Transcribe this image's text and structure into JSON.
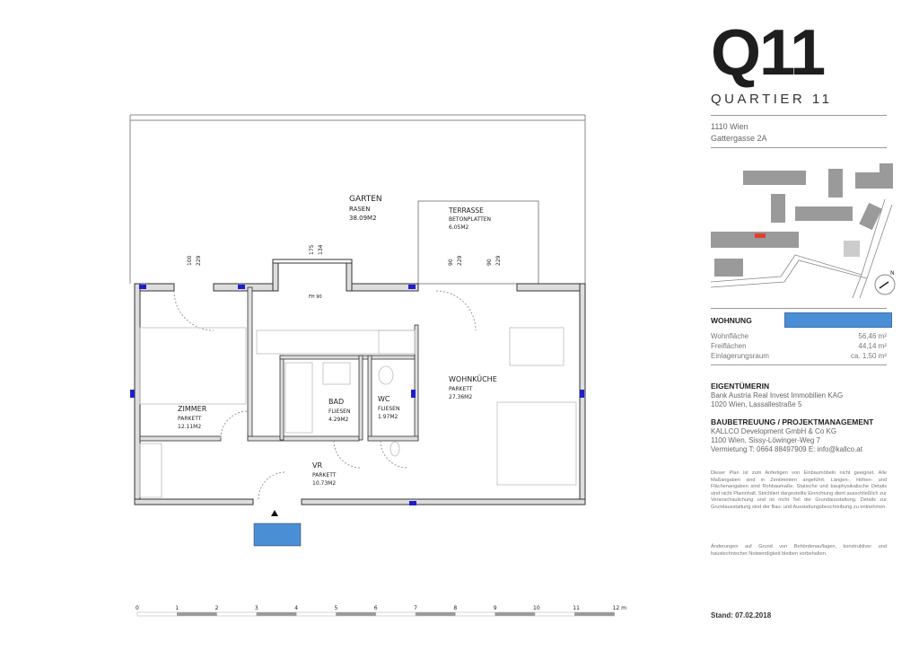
{
  "brand": {
    "logo": "Q11",
    "subtitle": "QUARTIER 11"
  },
  "address": {
    "line1": "1110 Wien",
    "line2": "Gattergasse 2A"
  },
  "map": {
    "highlight_color": "#e53e2a",
    "building_color": "#9a9a9a",
    "icon": "north-arrow-icon",
    "north_label": "N"
  },
  "apartment": {
    "heading": "WOHNUNG",
    "color": "#4a8fd6",
    "rows": [
      {
        "label": "Wohnfläche",
        "value": "56,46 m²"
      },
      {
        "label": "Freiflächen",
        "value": "44,14 m²"
      },
      {
        "label": "Einlagerungsraum",
        "value": "ca. 1,50 m²"
      }
    ]
  },
  "owner": {
    "heading": "EIGENTÜMERIN",
    "line1": "Bank Austria Real Invest Immobilien KAG",
    "line2": "1020 Wien, Lassallestraße 5"
  },
  "management": {
    "heading": "BAUBETREUUNG / PROJEKTMANAGEMENT",
    "line1": "KALLCO Development GmbH & Co KG",
    "line2": "1100 Wien, Sissy-Löwinger-Weg 7",
    "line3": "Vermietung  T: 0664 88497909  E: info@kallco.at"
  },
  "disclaimer": {
    "p1": "Dieser Plan ist zum Anfertigen von Einbaumöbeln nicht geeignet. Alle Maßangaben sind in Zentimetern angeführt. Längen-, Höhen- und Flächenangaben sind Rohbaumaße. Statische und bauphysikalische Details sind nicht Planinhalt. Strichliert dargestellte Einrichtung dient ausschließlich zur Veranschaulichung und ist nicht Teil der Grundausstattung. Details zur Grundausstattung sind der Bau- und Ausstattungsbeschreibung zu entnehmen.",
    "p2": "Änderungen auf Grund von Behördenauflagen, konstruktiver und haustechnischer Notwendigkeit bleiben vorbehalten."
  },
  "date": "Stand: 07.02.2018",
  "plan": {
    "rooms": [
      {
        "name": "GARTEN",
        "material": "RASEN",
        "area": "38.09M2"
      },
      {
        "name": "TERRASSE",
        "material": "BETONPLATTEN",
        "area": "6.05M2"
      },
      {
        "name": "ZIMMER",
        "material": "PARKETT",
        "area": "12.11M2"
      },
      {
        "name": "BAD",
        "material": "FLIESEN",
        "area": "4.29M2"
      },
      {
        "name": "WC",
        "material": "FLIESEN",
        "area": "1.97M2"
      },
      {
        "name": "WOHNKÜCHE",
        "material": "PARKETT",
        "area": "27.36M2"
      },
      {
        "name": "VR",
        "material": "PARKETT",
        "area": "10.73M2"
      }
    ],
    "dims": [
      {
        "a": "100",
        "b": "229"
      },
      {
        "a": "175",
        "b": "134"
      },
      {
        "a": "90",
        "b": "229"
      },
      {
        "a": "90",
        "b": "229"
      }
    ],
    "fh_label": "FH 90",
    "wall_marker_color": "#1f1fcc",
    "entrance_color": "#4a8fd6"
  },
  "scale": {
    "ticks": [
      "0",
      "1",
      "2",
      "3",
      "4",
      "5",
      "6",
      "7",
      "8",
      "9",
      "10",
      "11",
      "12 m"
    ]
  }
}
